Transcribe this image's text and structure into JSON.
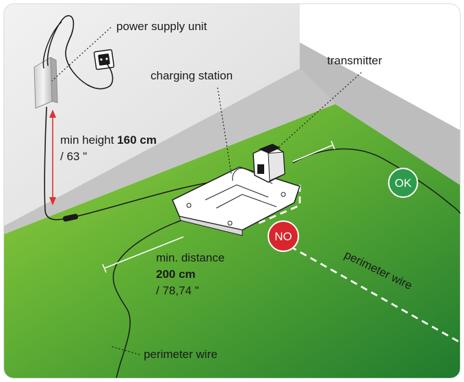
{
  "labels": {
    "power_supply_unit": "power supply unit",
    "transmitter": "transmitter",
    "charging_station": "charging station",
    "min_height_prefix": "min height ",
    "min_height_value": "160 cm",
    "min_height_inches": "/ 63 \"",
    "min_distance_label": "min. distance",
    "min_distance_value": "200 cm",
    "min_distance_inches": "/ 78,74 \"",
    "perimeter_wire_right": "perimeter wire",
    "perimeter_wire_bottom": "perimeter wire"
  },
  "badges": {
    "ok": {
      "text": "OK",
      "color": "#2e9a4c"
    },
    "no": {
      "text": "NO",
      "color": "#d8262e"
    }
  },
  "colors": {
    "lawn_light": "#8cc83a",
    "lawn_dark": "#1f7a2e",
    "wall": "#e8e8e8",
    "wall_top": "#d2d2d2",
    "wall_side": "#b9b9b9",
    "measure_arrow": "#e03030"
  }
}
